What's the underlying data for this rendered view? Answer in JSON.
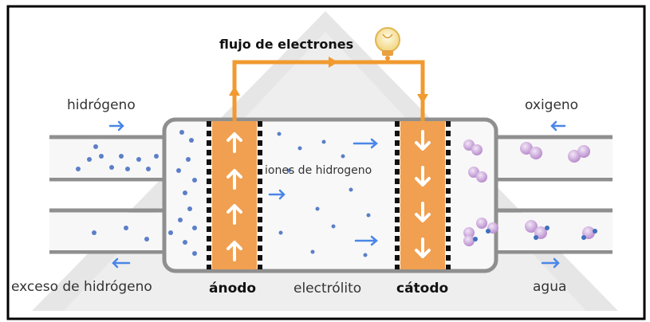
{
  "labels": {
    "flow": "flujo de electrones",
    "hydrogen_in": "hidrógeno",
    "oxygen_in": "oxigeno",
    "ions": "iones de hidrogeno",
    "excess_hydrogen": "exceso de hidrógeno",
    "anode": "ánodo",
    "electrolyte": "electrólito",
    "cathode": "cátodo",
    "water": "agua"
  },
  "colors": {
    "frame": "#000000",
    "background_triangle": "#e6e6e6",
    "pipe": "#8f8f8f",
    "electrode": "#f0a050",
    "wire": "#f09a30",
    "blue_particle": "#5b7fc8",
    "blue_arrow": "#4a86e8",
    "oxygen_particle": "#c9a8d8",
    "bulb": "#f6e8a8"
  },
  "icons": {
    "bulb": "light-bulb-icon",
    "electrode_arrow_up": "arrow-up-icon",
    "electrode_arrow_down": "arrow-down-icon",
    "flow_arrow": "arrow-right-icon"
  }
}
